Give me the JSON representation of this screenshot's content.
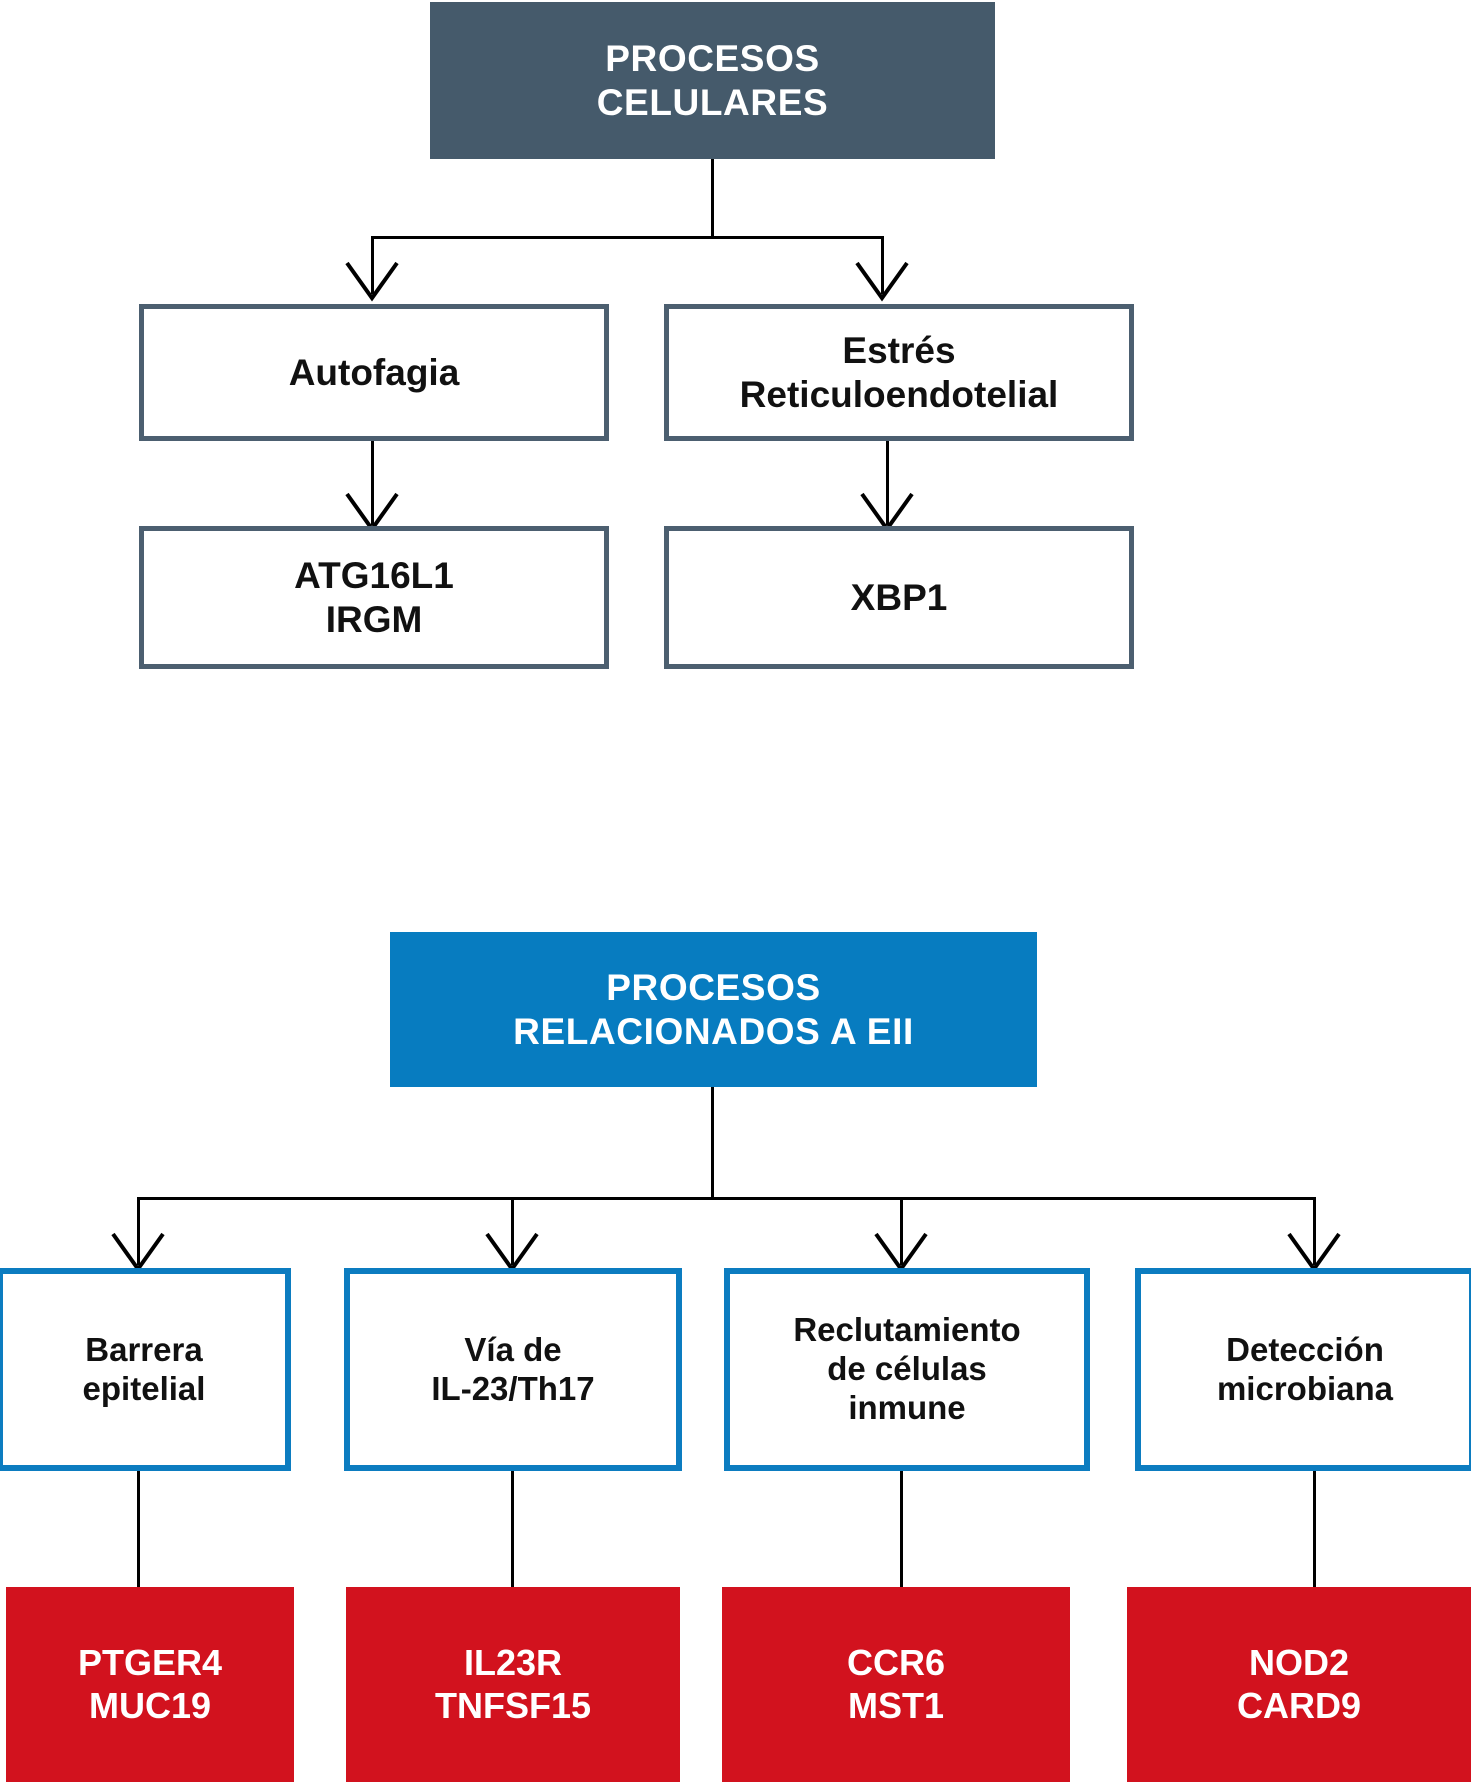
{
  "diagram": {
    "title_hidden": "",
    "colors": {
      "slate_fill": "#455a6b",
      "slate_border": "#4c5f70",
      "blue_fill": "#077cc0",
      "blue_border": "#0c7cc0",
      "red_fill": "#d2121e",
      "white": "#ffffff",
      "black": "#000000"
    },
    "sections": [
      {
        "id": "procesos-celulares",
        "header": {
          "line1": "PROCESOS",
          "line2": "CELULARES"
        },
        "branches": [
          {
            "process": {
              "line1": "Autofagia",
              "line2": ""
            },
            "genes": {
              "line1": "ATG16L1",
              "line2": "IRGM"
            }
          },
          {
            "process": {
              "line1": "Estrés",
              "line2": "Reticuloendotelial"
            },
            "genes": {
              "line1": "XBP1",
              "line2": ""
            }
          }
        ]
      },
      {
        "id": "procesos-relacionados-eii",
        "header": {
          "line1": "PROCESOS",
          "line2": "RELACIONADOS A EII"
        },
        "branches": [
          {
            "process": {
              "line1": "Barrera",
              "line2": "epitelial",
              "line3": ""
            },
            "genes": {
              "line1": "PTGER4",
              "line2": "MUC19"
            }
          },
          {
            "process": {
              "line1": "Vía de",
              "line2": "IL-23/Th17",
              "line3": ""
            },
            "genes": {
              "line1": "IL23R",
              "line2": "TNFSF15"
            }
          },
          {
            "process": {
              "line1": "Reclutamiento",
              "line2": "de células",
              "line3": "inmune"
            },
            "genes": {
              "line1": "CCR6",
              "line2": "MST1"
            }
          },
          {
            "process": {
              "line1": "Detección",
              "line2": "microbiana",
              "line3": ""
            },
            "genes": {
              "line1": "NOD2",
              "line2": "CARD9"
            }
          }
        ]
      }
    ]
  }
}
